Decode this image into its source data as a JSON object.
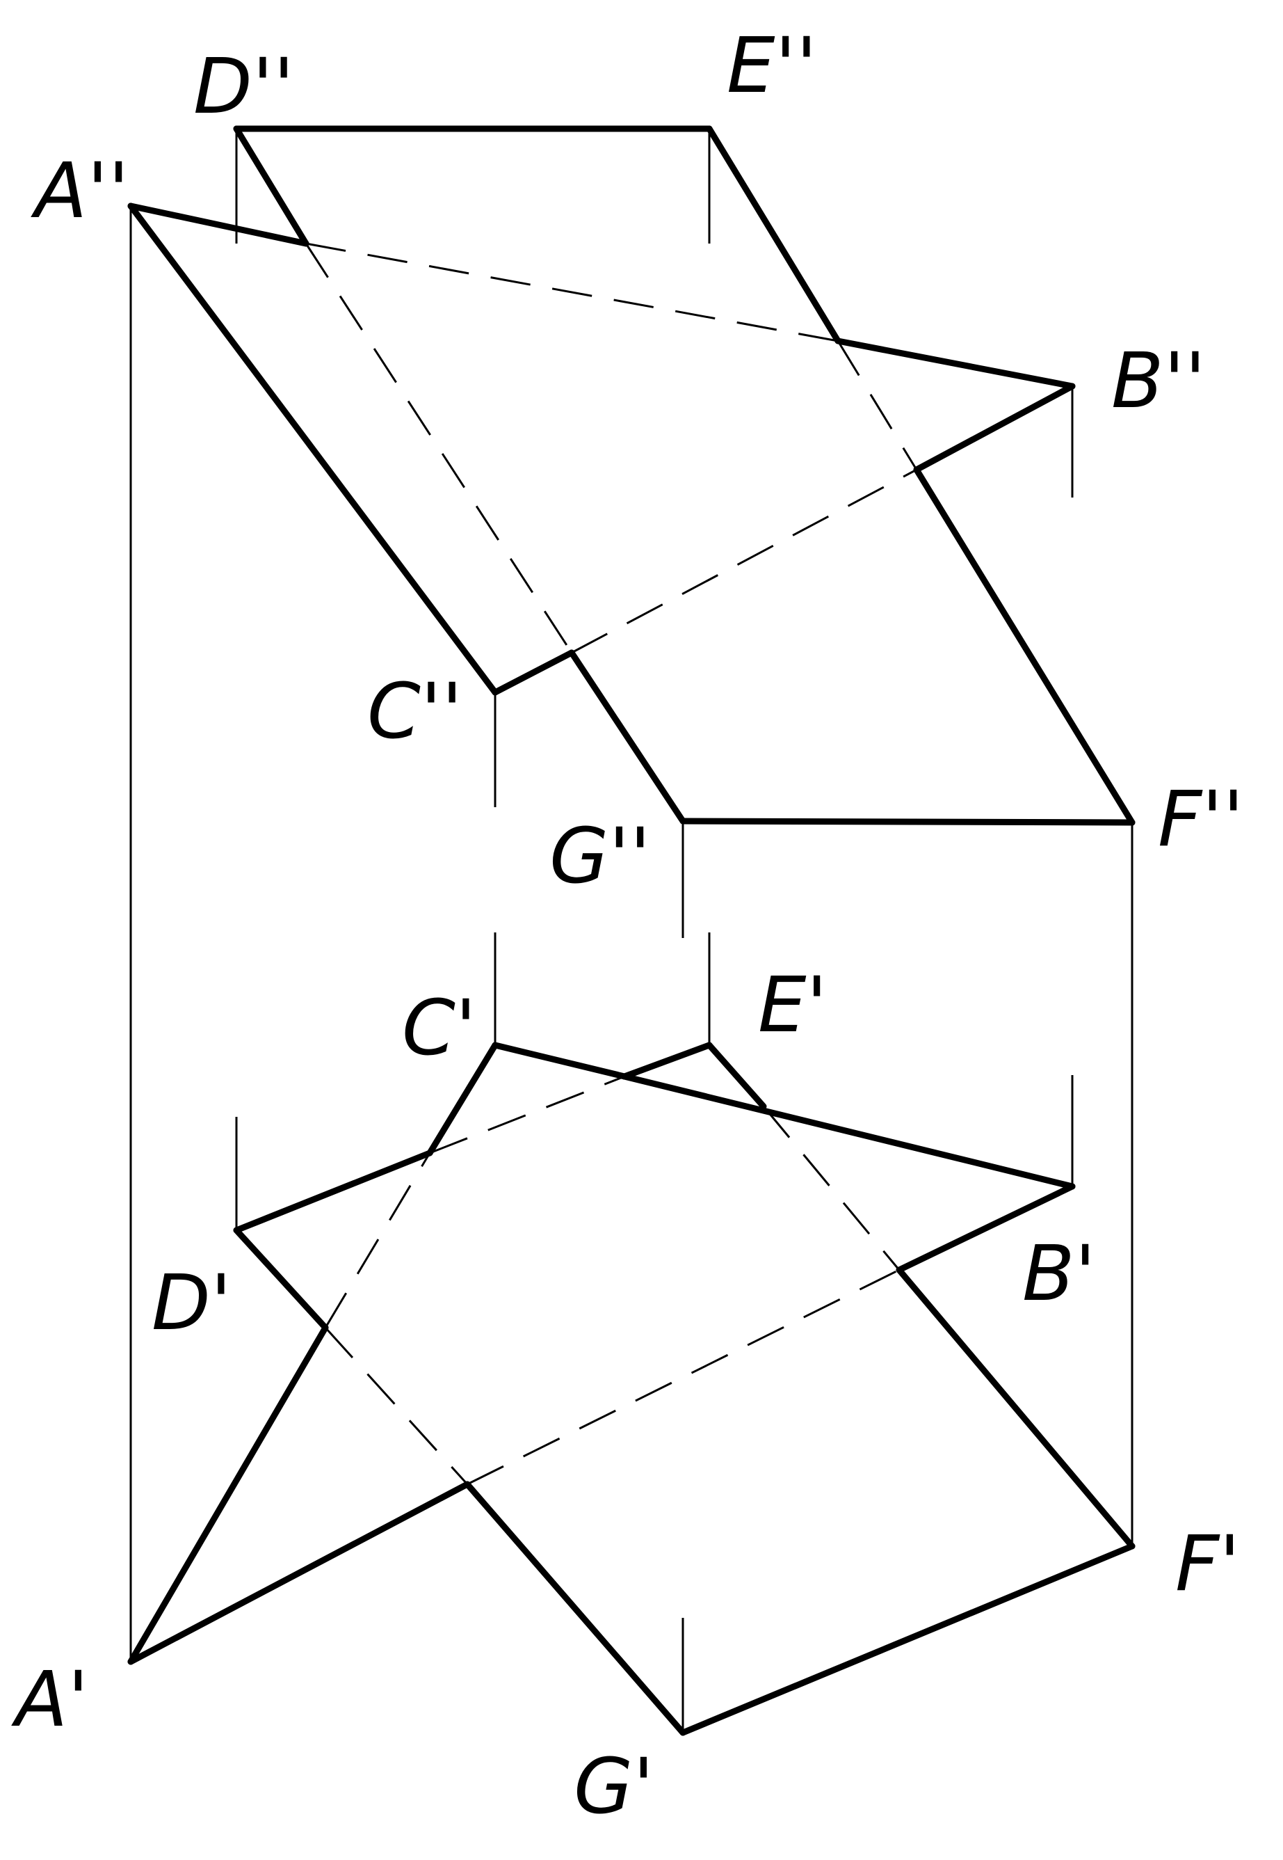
{
  "labels": {
    "A2": "A''",
    "D2": "D''",
    "E2": "E''",
    "B2": "B''",
    "C2": "C''",
    "G2": "G''",
    "F2": "F''",
    "C1": "C'",
    "E1": "E'",
    "D1": "D'",
    "B1": "B'",
    "F1": "F'",
    "A1": "A'",
    "G1": "G'"
  }
}
